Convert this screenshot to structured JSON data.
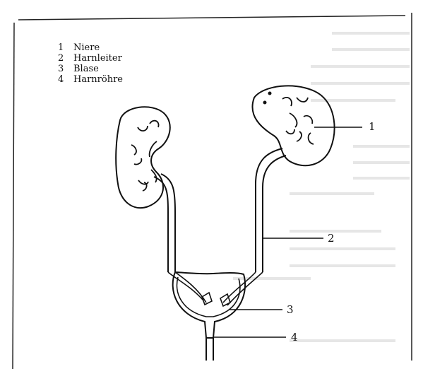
{
  "legend": [
    {
      "number": "1",
      "label": "Niere"
    },
    {
      "number": "2",
      "label": "Harnleiter"
    },
    {
      "number": "3",
      "label": "Blase"
    },
    {
      "number": "4",
      "label": "Harnröhre"
    }
  ],
  "callouts": {
    "kidney": "1",
    "ureter": "2",
    "bladder": "3",
    "urethra": "4"
  }
}
